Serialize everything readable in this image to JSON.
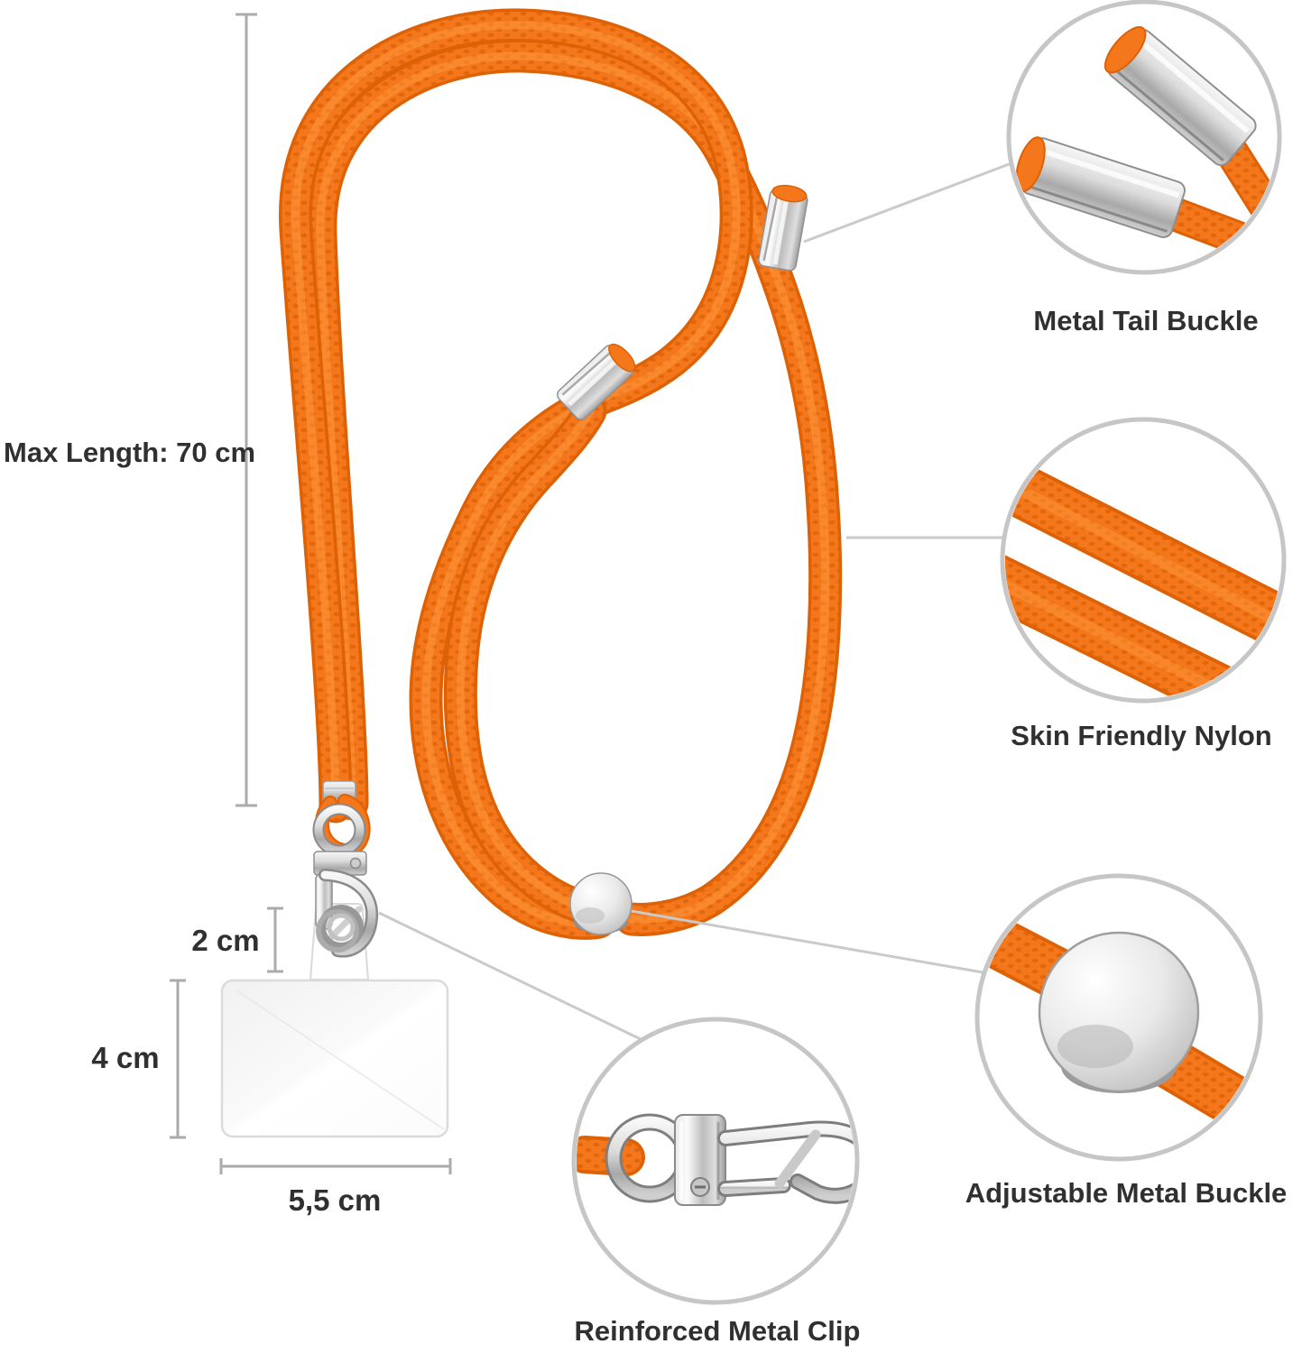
{
  "annotations": {
    "max_length": "Max Length: 70 cm",
    "clip_height": "2 cm",
    "card_height": "4 cm",
    "card_width": "5,5 cm"
  },
  "callouts": [
    {
      "icon": "metal-tail-buckle-icon",
      "label": "Metal Tail Buckle"
    },
    {
      "icon": "nylon-cord-icon",
      "label": "Skin Friendly Nylon"
    },
    {
      "icon": "adjustable-metal-buckle-icon",
      "label": "Adjustable Metal Buckle"
    },
    {
      "icon": "reinforced-metal-clip-icon",
      "label": "Reinforced Metal Clip"
    }
  ],
  "colors": {
    "cord_orange": "#F4771B",
    "cord_shadow": "#DE6105",
    "metal_silver": "#C9C9C9",
    "circle_border": "#C6C6C6",
    "callout_line": "#CACACA",
    "dimension_line": "#ABABAB",
    "label_text": "#303030"
  }
}
